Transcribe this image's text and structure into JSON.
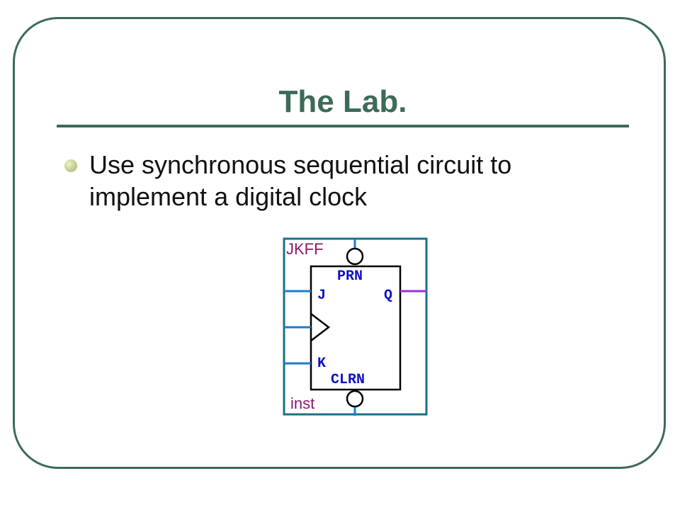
{
  "slide": {
    "title": "The Lab.",
    "bullets": [
      {
        "text": "Use synchronous  sequential circuit to implement a digital clock"
      }
    ]
  },
  "diagram": {
    "component_name": "JKFF",
    "instance_name": "inst",
    "pins": {
      "preset": "PRN",
      "j": "J",
      "k": "K",
      "q": "Q",
      "clear": "CLRN"
    }
  },
  "colors": {
    "frame": "#3c6b57",
    "title": "#3c6b57",
    "bullet": "#c9d59a",
    "symbol_outline": "#1e6f8a",
    "wire": "#1e7bd1",
    "output_wire": "#9b30d9",
    "pin_text": "#1010c8",
    "label_text": "#8a1a6a"
  }
}
